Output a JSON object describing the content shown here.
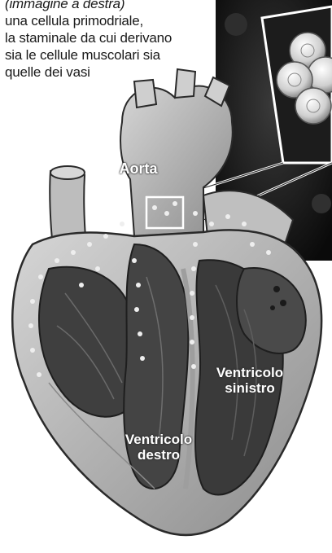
{
  "caption": {
    "line1": "(immagine a destra)",
    "line2": "una cellula primodriale,",
    "line3": "la staminale da cui derivano",
    "line4": "sia le cellule muscolari sia",
    "line5": "quelle dei vasi"
  },
  "labels": {
    "aorta": "Aorta",
    "left_ventricle_line1": "Ventricolo",
    "left_ventricle_line2": "sinistro",
    "right_ventricle_line1": "Ventricolo",
    "right_ventricle_line2": "destro"
  },
  "colors": {
    "outline": "#2a2a2a",
    "heart_light": "#c9c9c9",
    "heart_mid": "#9a9a9a",
    "chamber_dark": "#3f3f3f",
    "inset_bg": "#141414",
    "cell": "#e6e6e6"
  }
}
